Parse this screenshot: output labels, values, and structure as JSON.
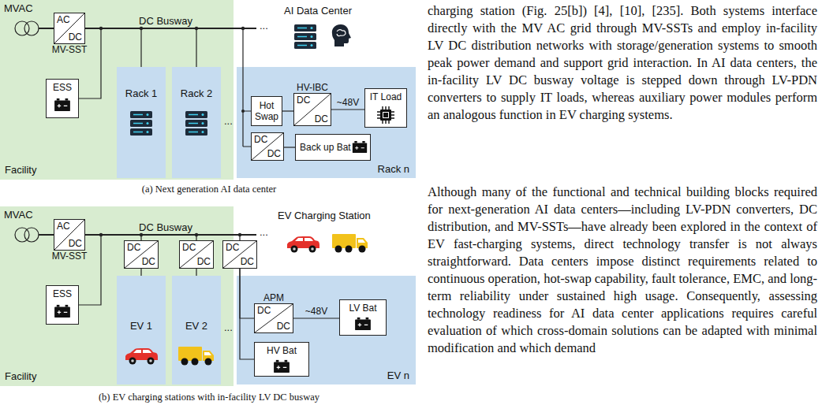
{
  "diagram": {
    "nodes": [
      {
        "text": [
          "Facility"
        ]
      },
      {
        "text": [
          "AC",
          "DC",
          "MV-SST"
        ],
        "in": 0
      },
      {
        "text": [
          "ESS"
        ],
        "in": 0
      },
      {
        "text": [
          "Rack 1"
        ],
        "in": 0
      },
      {
        "text": [
          "Rack 2"
        ],
        "in": 0
      },
      {
        "text": [
          "Rack n"
        ],
        "in": 0
      },
      {
        "text": [
          "Hot Swap"
        ],
        "in": 5
      },
      {
        "text": [
          "HV-IBC",
          "DC",
          "DC"
        ],
        "in": 5
      },
      {
        "text": [
          "IT Load"
        ],
        "in": 5
      },
      {
        "text": [
          "DC",
          "DC"
        ],
        "in": 5
      },
      {
        "text": [
          "Back up Bat"
        ],
        "in": 5
      },
      {
        "text": [
          "Facility"
        ]
      },
      {
        "text": [
          "AC",
          "DC",
          "MV-SST"
        ],
        "in": 11
      },
      {
        "text": [
          "ESS"
        ],
        "in": 11
      },
      {
        "text": [
          "DC",
          "DC"
        ],
        "in": 11
      },
      {
        "text": [
          "DC",
          "DC"
        ],
        "in": 11
      },
      {
        "text": [
          "DC",
          "DC"
        ],
        "in": 11
      },
      {
        "text": [
          "EV 1"
        ],
        "in": 11
      },
      {
        "text": [
          "EV 2"
        ],
        "in": 11
      },
      {
        "text": [
          "EV n"
        ],
        "in": 11
      },
      {
        "text": [
          "APM",
          "DC",
          "DC"
        ],
        "in": 19
      },
      {
        "text": [
          "LV Bat"
        ],
        "in": 19
      },
      {
        "text": [
          "HV Bat"
        ],
        "in": 19
      }
    ],
    "edges": [
      {
        "from": 6,
        "to": 7,
        "arrow": "none"
      },
      {
        "from": 7,
        "to": 8,
        "label": "~48V",
        "arrow": "none"
      },
      {
        "from": 9,
        "to": 10,
        "arrow": "none"
      },
      {
        "from": 14,
        "to": 17,
        "arrow": "none"
      },
      {
        "from": 15,
        "to": 18,
        "arrow": "none"
      },
      {
        "from": 16,
        "to": 20,
        "arrow": "none"
      },
      {
        "from": 16,
        "to": 22,
        "arrow": "none"
      },
      {
        "from": 20,
        "to": 21,
        "label": "~48V",
        "arrow": "none"
      }
    ],
    "labels": [
      "MVAC",
      "DC Busway",
      "...",
      "AI Data Center",
      "...",
      "(a) Next generation AI data center",
      "MVAC",
      "DC Busway",
      "...",
      "EV Charging Station",
      "...",
      "(b) EV charging stations with in-facility LV DC busway",
      "charging station (Fig. 25[b]) [4], [10], [235]. Both systems interface directly with the MV AC grid through MV-SSTs and employ in-facility LV DC distribution networks with storage/generation systems to smooth peak power demand and support grid interaction. In AI data centers, the in-facility LV DC busway voltage is stepped down through LV-PDN converters to supply IT loads, whereas auxiliary power modules perform an analogous function in EV charging systems.",
      "Although many of the functional and technical building blocks required for next-generation AI data centers—including LV-PDN converters, DC distribution, and MV-SSTs—have already been explored in the context of EV fast-charging systems, direct technology transfer is not always straightforward. Data centers impose distinct requirements related to continuous operation, hot-swap capability, fault tolerance, EMC, and long-term reliability under sustained high usage. Consequently, assessing technology readiness for AI data center applications requires careful evaluation of which cross-domain solutions can be adapted with minimal modification and which demand"
    ]
  }
}
